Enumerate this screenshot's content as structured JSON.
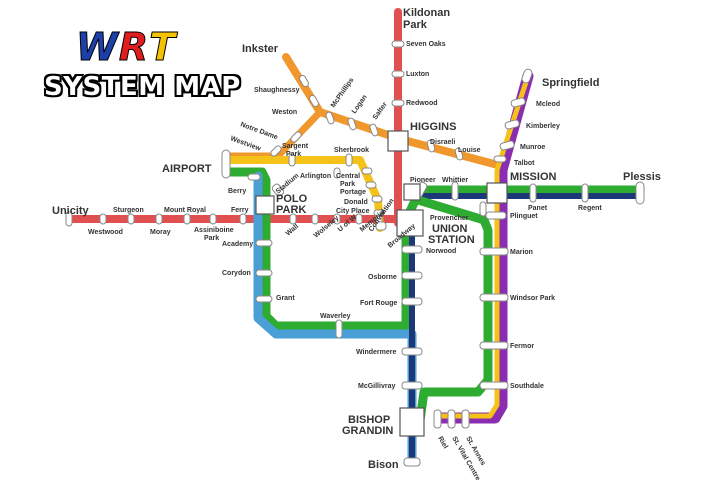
{
  "header": {
    "logo_letters": [
      {
        "char": "W",
        "color": "#1c3fa8"
      },
      {
        "char": "R",
        "color": "#e01e1e"
      },
      {
        "char": "T",
        "color": "#f4c200"
      }
    ],
    "subtitle": "SYSTEM MAP"
  },
  "colors": {
    "red": "#e05050",
    "orange": "#f0982c",
    "yellow": "#f5c21a",
    "green": "#2eac32",
    "blue": "#4a9fd6",
    "navy": "#1c3878",
    "purple": "#8a2db0"
  },
  "hubs": {
    "higgins": "HIGGINS",
    "polo_park_1": "POLO",
    "polo_park_2": "PARK",
    "union_1": "UNION",
    "union_2": "STATION",
    "mission": "MISSION",
    "bishop_1": "BISHOP",
    "bishop_2": "GRANDIN",
    "airport": "AIRPORT"
  },
  "termini": {
    "kildonan_1": "Kildonan",
    "kildonan_2": "Park",
    "inkster": "Inkster",
    "springfield": "Springfield",
    "plessis": "Plessis",
    "unicity": "Unicity",
    "bison": "Bison"
  },
  "stations": {
    "seven_oaks": "Seven Oaks",
    "luxton": "Luxton",
    "redwood": "Redwood",
    "shaughnessy": "Shaughnessy",
    "mcphillips": "McPhillips",
    "logan": "Logan",
    "salter": "Salter",
    "weston": "Weston",
    "notre_dame": "Notre Dame",
    "westview": "Westview",
    "disraeli": "Disraeli",
    "louise": "Louise",
    "talbot": "Talbot",
    "mcleod": "Mcleod",
    "kimberley": "Kimberley",
    "munroe": "Munroe",
    "sargent_park_1": "Sargent",
    "sargent_park_2": "Park",
    "sherbrook": "Sherbrook",
    "arlington": "Arlington",
    "central_park_1": "Central",
    "central_park_2": "Park",
    "portage": "Portage",
    "donald": "Donald",
    "city_place": "City Place",
    "convention": "Convention",
    "broadway": "Broadway",
    "memorial": "Memorial",
    "u_of_w": "U of W",
    "wolseley": "Wolseley",
    "wall": "Wall",
    "stadium": "Stadium",
    "berry": "Berry",
    "pioneer": "Pioneer",
    "whittier": "Whittier",
    "panet": "Panet",
    "regent": "Regent",
    "provencher": "Provencher",
    "plinguet": "Plinguet",
    "norwood": "Norwood",
    "osborne": "Osborne",
    "fort_rouge": "Fort Rouge",
    "windermere": "Windermere",
    "mcgillivray": "McGillivray",
    "marion": "Marion",
    "windsor_park": "Windsor Park",
    "fermor": "Fermor",
    "southdale": "Southdale",
    "riel": "Riel",
    "st_vital_centre": "St. Vital Centre",
    "st_annes": "St. Annes",
    "sturgeon": "Sturgeon",
    "westwood": "Westwood",
    "moray": "Moray",
    "mount_royal": "Mount Royal",
    "assiniboine_park_1": "Assiniboine",
    "assiniboine_park_2": "Park",
    "ferry": "Ferry",
    "academy": "Academy",
    "corydon": "Corydon",
    "grant": "Grant",
    "waverley": "Waverley"
  }
}
